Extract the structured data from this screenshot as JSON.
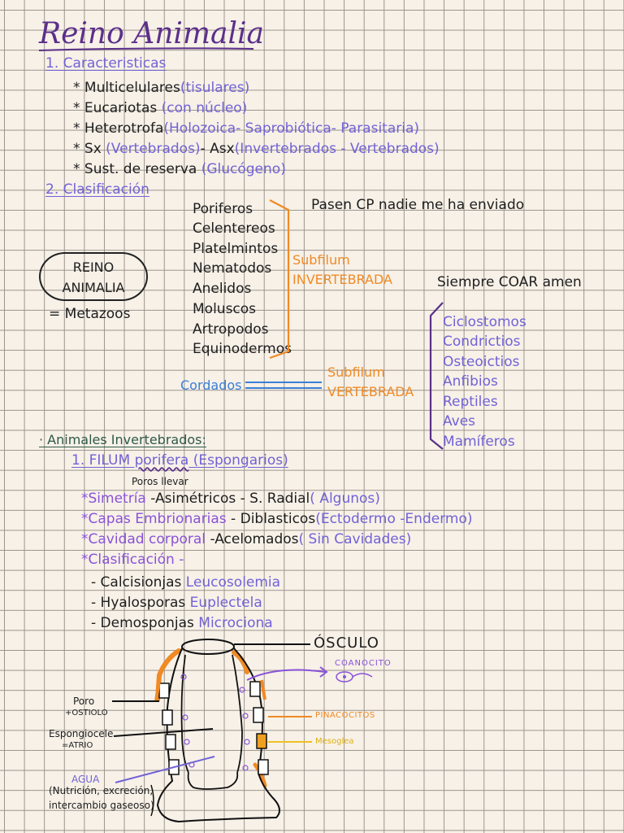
{
  "title": "Reino Animalia",
  "sec1": {
    "heading": "1. Caracteristicas",
    "items": [
      {
        "bullet": "*",
        "text": " Multicelulares",
        "note": "(tisulares)"
      },
      {
        "bullet": "*",
        "text": " Eucariotas ",
        "note": "(con núcleo)"
      },
      {
        "bullet": "*",
        "text": " Heterotrofa",
        "note": "(Holozoica- Saprobiótica- Parasitaria)"
      },
      {
        "bullet": "*",
        "text": " Sx ",
        "note": "(Vertebrados)",
        "text2": "- Asx",
        "note2": "(Invertebrados - Vertebrados)"
      },
      {
        "bullet": "*",
        "text": " Sust. de reserva ",
        "note": "(Glucógeno)"
      }
    ]
  },
  "sec2": {
    "heading": "2. Clasificación",
    "reino_line1": "REINO",
    "reino_line2": "ANIMALIA",
    "metazoos": "= Metazoos",
    "invertebrates": [
      "Poriferos",
      "Celentereos",
      "Platelmintos",
      "Nematodos",
      "Anelidos",
      "Moluscos",
      "Artropodos",
      "Equinodermos"
    ],
    "note_top": "Pasen CP nadie me ha enviado",
    "subfilum_inv_1": "Subfilum",
    "subfilum_inv_2": "INVERTEBRADA",
    "note_coar": "Siempre COAR amen",
    "cordados": "Cordados",
    "subfilum_vert_1": "Subfilum",
    "subfilum_vert_2": "VERTEBRADA",
    "vertebrates": [
      "Ciclostomos",
      "Condrictios",
      "Osteoictios",
      "Anfibios",
      "Reptiles",
      "Aves",
      "Mamíferos"
    ]
  },
  "sec3": {
    "heading": "· Animales Invertebrados:",
    "filum_prefix": "1. FILUM ",
    "filum_name": "porifera",
    "filum_suffix": " (Espongarios)",
    "filum_note": "Poros llevar",
    "props": [
      {
        "label": "*Simetría",
        "text": " -Asimétricos - S. Radial",
        "note": "( Algunos)"
      },
      {
        "label": "*Capas Embrionarias",
        "text": " - Diblasticos",
        "note": "(Ectodermo -Endermo)"
      },
      {
        "label": "*Cavidad corporal",
        "text": " -Acelomados",
        "note": "( Sin Cavidades)"
      },
      {
        "label": "*Clasificación -",
        "text": "",
        "note": ""
      }
    ],
    "subclasses": [
      {
        "text": "- Calcisionjas ",
        "example": "Leucosolemia"
      },
      {
        "text": "- Hyalosporas ",
        "example": "Euplectela"
      },
      {
        "text": "- Demosponjas ",
        "example": "Microciona"
      }
    ]
  },
  "diagram": {
    "osculo": "ÓSCULO",
    "coanocito": "COANOCITO",
    "pinacocitos": "PINACOCITOS",
    "mesoglea": "Mesoglea",
    "poro": "Poro",
    "ostiolo": "+OSTIOLO",
    "espongiocele": "Espongiocele",
    "atrio": "=ATRIO",
    "agua": "AGUA",
    "agua_note_1": "(Nutrición, excreción,",
    "agua_note_2": "intercambio gaseoso)"
  },
  "colors": {
    "title": "#5b2f8a",
    "purple": "#7262d6",
    "violet": "#8a52d8",
    "orange": "#f08a24",
    "blue": "#3a7fd8",
    "green": "#2f5a48",
    "grid": "#9a948c",
    "paper": "#f7f1e8"
  }
}
